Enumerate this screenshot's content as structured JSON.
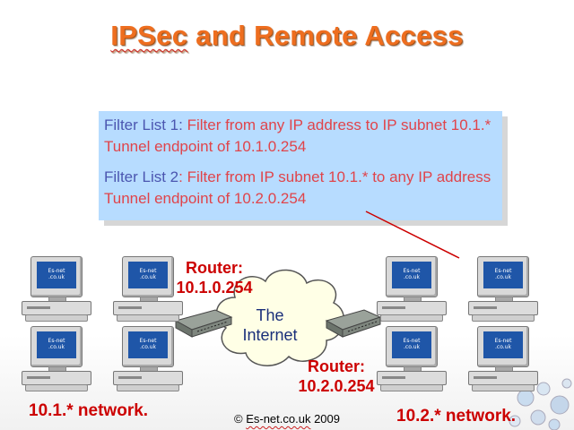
{
  "title": {
    "prefix": "IPSec",
    "rest": " and Remote Access"
  },
  "filters": [
    {
      "name": "Filter List 1:",
      "text": "  Filter from any IP address to IP subnet 10.1.*  Tunnel endpoint of 10.1.0.254"
    },
    {
      "name": "Filter List 2",
      "text": ": Filter from IP subnet 10.1.* to any IP address  Tunnel endpoint of 10.2.0.254"
    }
  ],
  "routers": [
    {
      "label": "Router:",
      "address": "10.1.0.254"
    },
    {
      "label": "Router:",
      "address": "10.2.0.254"
    }
  ],
  "cloud": {
    "line1": "The",
    "line2": "Internet"
  },
  "networks": {
    "left": "10.1.* network.",
    "right": "10.2.* network."
  },
  "pc_screen_text": "Es-net\n.co.uk",
  "footer": {
    "prefix": "© ",
    "brand": "Es-net.co.uk",
    "year": " 2009"
  },
  "colors": {
    "title": "#ee6e1f",
    "filter_box": "#b7dcff",
    "filter_name": "#4b56b0",
    "filter_text": "#e0444a",
    "router_label": "#cc0000",
    "pc_screen": "#1f56a8"
  }
}
